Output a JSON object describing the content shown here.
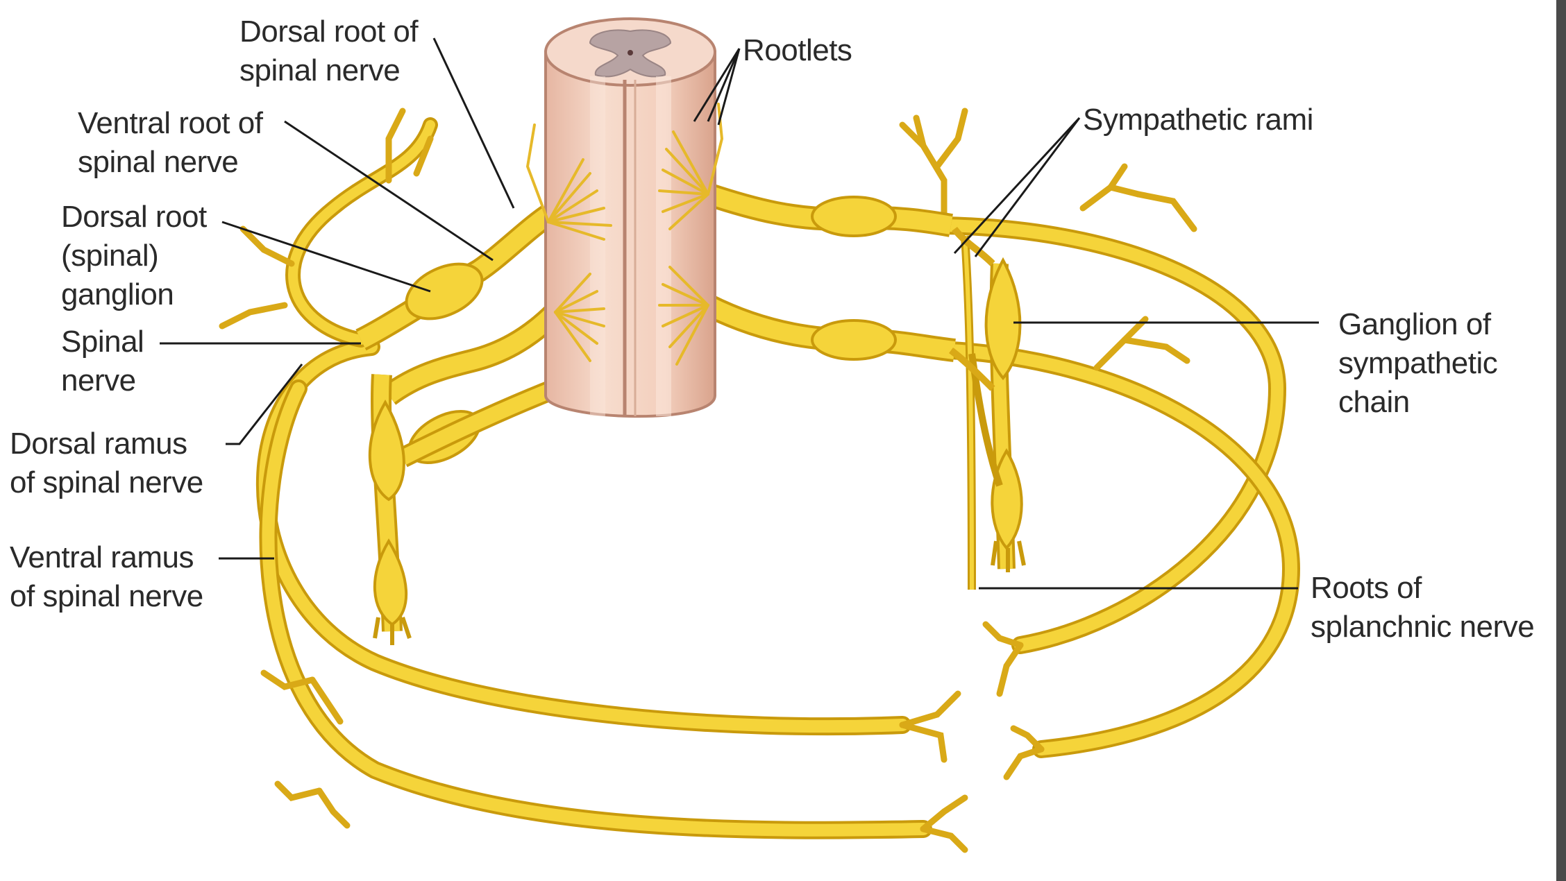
{
  "colors": {
    "nerve_fill": "#f5d43a",
    "nerve_stroke": "#c99a0c",
    "cord_fill": "#f3d3c2",
    "cord_stroke": "#b88470",
    "grey_matter": "#b7a3a3",
    "label_text": "#2a2a2a",
    "leader_line": "#1a1a1a"
  },
  "labels": {
    "dorsal_root": {
      "line1": "Dorsal root of",
      "line2": "spinal nerve"
    },
    "rootlets": {
      "line1": "Rootlets"
    },
    "ventral_root": {
      "line1": "Ventral root of",
      "line2": "spinal nerve"
    },
    "sympathetic_rami": {
      "line1": "Sympathetic rami"
    },
    "dorsal_root_ganglion": {
      "line1": "Dorsal root",
      "line2": "(spinal)",
      "line3": "ganglion"
    },
    "spinal_nerve": {
      "line1": "Spinal",
      "line2": "nerve"
    },
    "ganglion_sympathetic_chain": {
      "line1": "Ganglion of",
      "line2": "sympathetic",
      "line3": "chain"
    },
    "dorsal_ramus": {
      "line1": "Dorsal ramus",
      "line2": "of spinal nerve"
    },
    "ventral_ramus": {
      "line1": "Ventral ramus",
      "line2": "of spinal nerve"
    },
    "splanchnic_roots": {
      "line1": "Roots of",
      "line2": "splanchnic nerve"
    }
  }
}
